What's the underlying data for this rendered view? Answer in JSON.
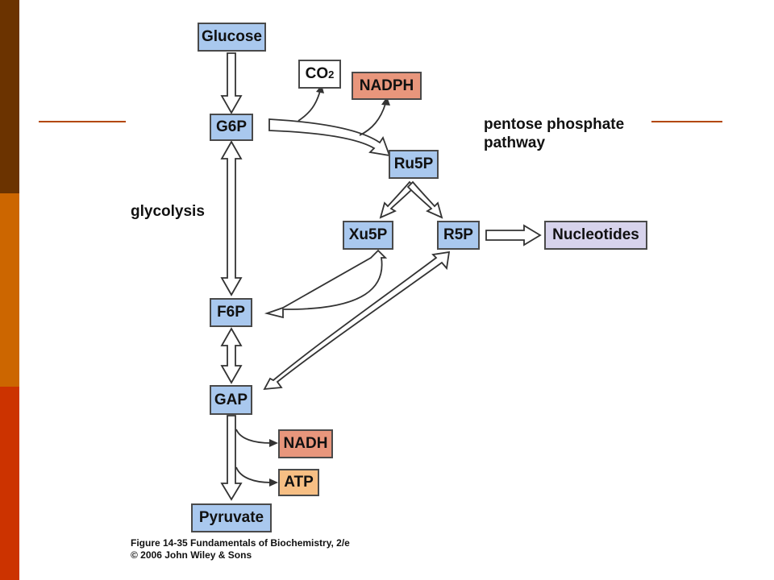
{
  "colors": {
    "sidebar_top": "#6b3300",
    "sidebar_mid": "#cc6600",
    "sidebar_bottom": "#cc3300",
    "rule": "#b34700",
    "metabolite": "#a9c8ee",
    "cofactor": "#e8967c",
    "atp": "#f7bf84",
    "nucleotide": "#d7d3ec",
    "outline": "#4a4a4a"
  },
  "nodes": {
    "glucose": "Glucose",
    "g6p": "G6P",
    "co2_main": "CO",
    "co2_sub": "2",
    "nadph": "NADPH",
    "ru5p": "Ru5P",
    "xu5p": "Xu5P",
    "r5p": "R5P",
    "nucleotides": "Nucleotides",
    "f6p": "F6P",
    "gap": "GAP",
    "nadh": "NADH",
    "atp": "ATP",
    "pyruvate": "Pyruvate"
  },
  "labels": {
    "pentose_line1": "pentose phosphate",
    "pentose_line2": "pathway",
    "glycolysis": "glycolysis"
  },
  "caption": {
    "line1": "Figure 14-35  Fundamentals of Biochemistry, 2/e",
    "line2": "© 2006 John Wiley & Sons"
  }
}
